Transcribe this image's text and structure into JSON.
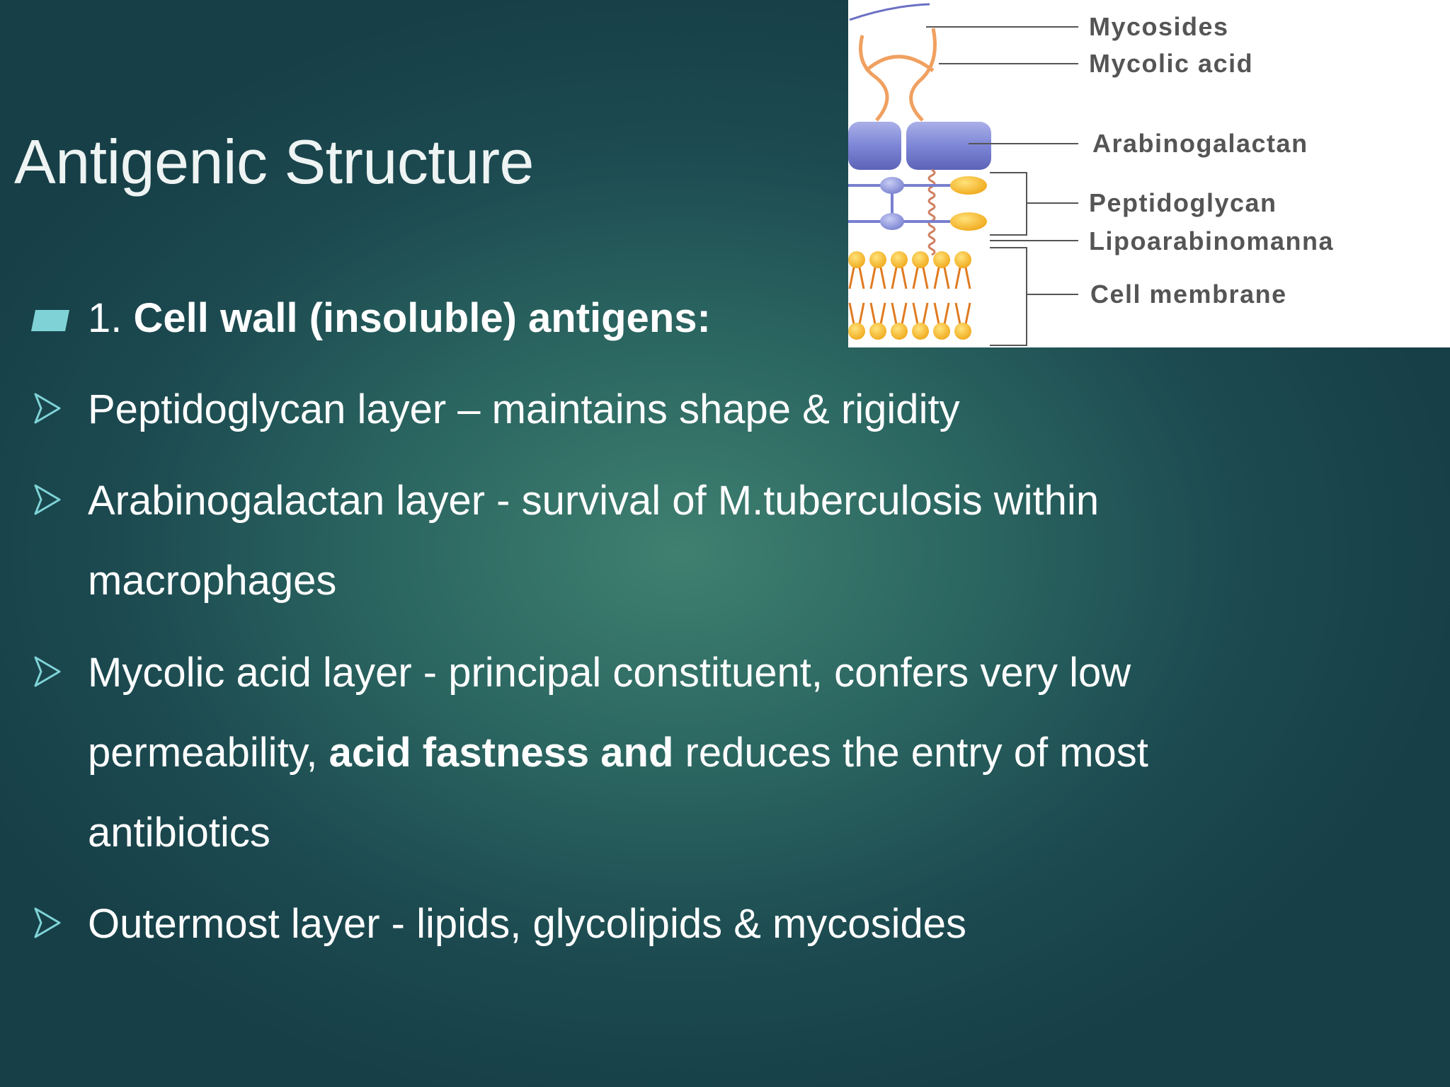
{
  "slide": {
    "title": "Antigenic Structure",
    "colors": {
      "accent": "#7fd3d6",
      "text": "#ffffff"
    },
    "figure": {
      "labels": [
        "Mycosides",
        "Mycolic acid",
        "Arabinogalactan",
        "Peptidoglycan",
        "Lipoarabinomanna",
        "Cell membrane"
      ]
    },
    "section": {
      "marker_icon": "square-bullet-icon",
      "number": "1.",
      "heading": "Cell wall (insoluble) antigens:"
    },
    "bullets": {
      "icon": "arrowhead-bullet-icon",
      "b1": {
        "text": "Peptidoglycan layer – maintains shape & rigidity"
      },
      "b2": {
        "line1": "Arabinogalactan layer -  survival of M.tuberculosis within",
        "line2": "macrophages"
      },
      "b3": {
        "line1": "Mycolic acid layer - principal constituent, confers very low",
        "line2_pre": "permeability,",
        "line2_bold": "acid fastness and",
        "line2_post": "reduces the entry of most",
        "line3": "antibiotics"
      },
      "b4": {
        "text": "Outermost layer - lipids, glycolipids & mycosides"
      }
    }
  }
}
